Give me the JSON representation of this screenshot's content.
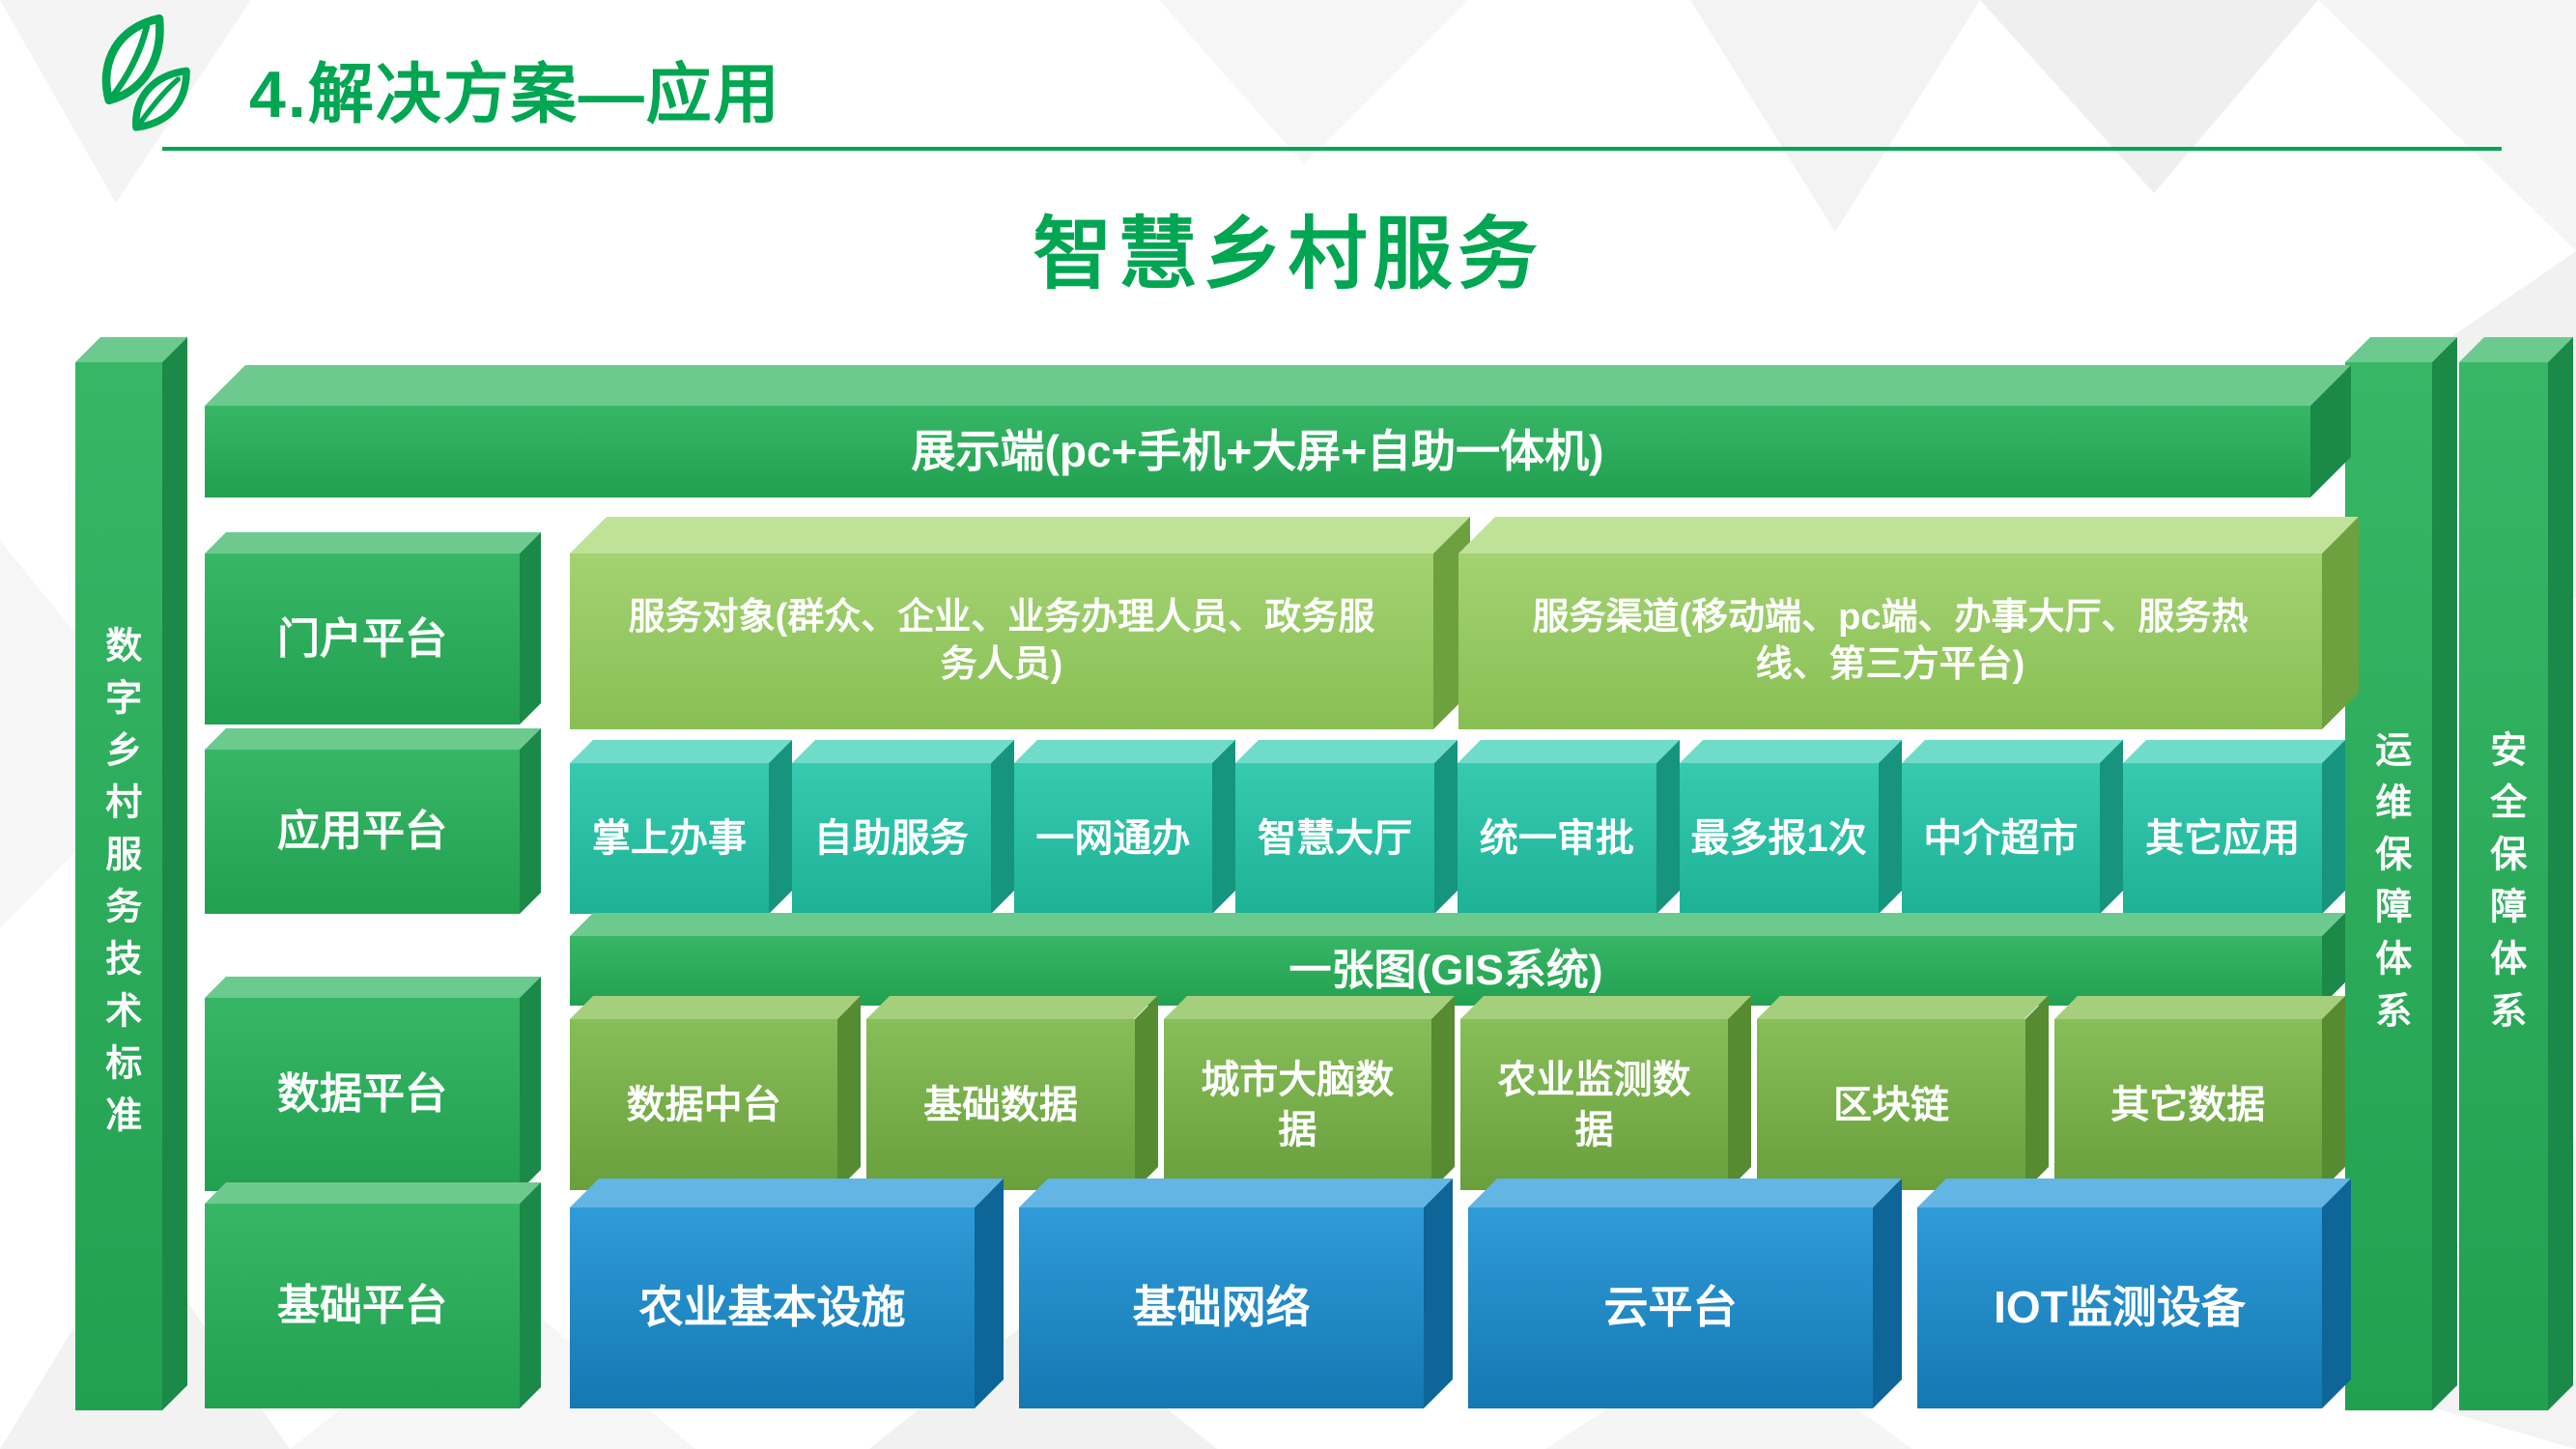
{
  "header": {
    "title": "4.解决方案—应用"
  },
  "main_title": "智慧乡村服务",
  "side_bars": {
    "left": "数字乡村服务技术标准",
    "ops": "运维保障体系",
    "security": "安全保障体系"
  },
  "display_bar": "展示端(pc+手机+大屏+自助一体机)",
  "portal_row": {
    "label": "门户平台",
    "items": [
      "服务对象(群众、企业、业务办理人员、政务服务人员)",
      "服务渠道(移动端、pc端、办事大厅、服务热线、第三方平台)"
    ]
  },
  "app_row": {
    "label": "应用平台",
    "items": [
      "掌上办事",
      "自助服务",
      "一网通办",
      "智慧大厅",
      "统一审批",
      "最多报1次",
      "中介超市",
      "其它应用"
    ]
  },
  "gis_bar": "一张图(GIS系统)",
  "data_row": {
    "label": "数据平台",
    "items": [
      "数据中台",
      "基础数据",
      "城市大脑数据",
      "农业监测数据",
      "区块链",
      "其它数据"
    ]
  },
  "base_row": {
    "label": "基础平台",
    "items": [
      "农业基本设施",
      "基础网络",
      "云平台",
      "IOT监测设备"
    ]
  },
  "colors": {
    "brand_green": "#00a651",
    "box_green": "#2bac5a",
    "light_green": "#95c963",
    "teal": "#27bfa4",
    "olive": "#79b44b",
    "blue": "#1b8cca"
  }
}
